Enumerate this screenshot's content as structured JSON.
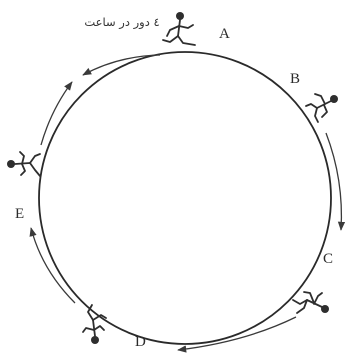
{
  "speed_label": "٤ دور در ساعت",
  "points": [
    {
      "id": "A",
      "label": "A"
    },
    {
      "id": "B",
      "label": "B"
    },
    {
      "id": "C",
      "label": "C"
    },
    {
      "id": "D",
      "label": "D"
    },
    {
      "id": "E",
      "label": "E"
    }
  ],
  "track": {
    "shape": "circle",
    "direction": "clockwise"
  },
  "colors": {
    "ink": "#2e2e2e",
    "background": "#ffffff"
  }
}
